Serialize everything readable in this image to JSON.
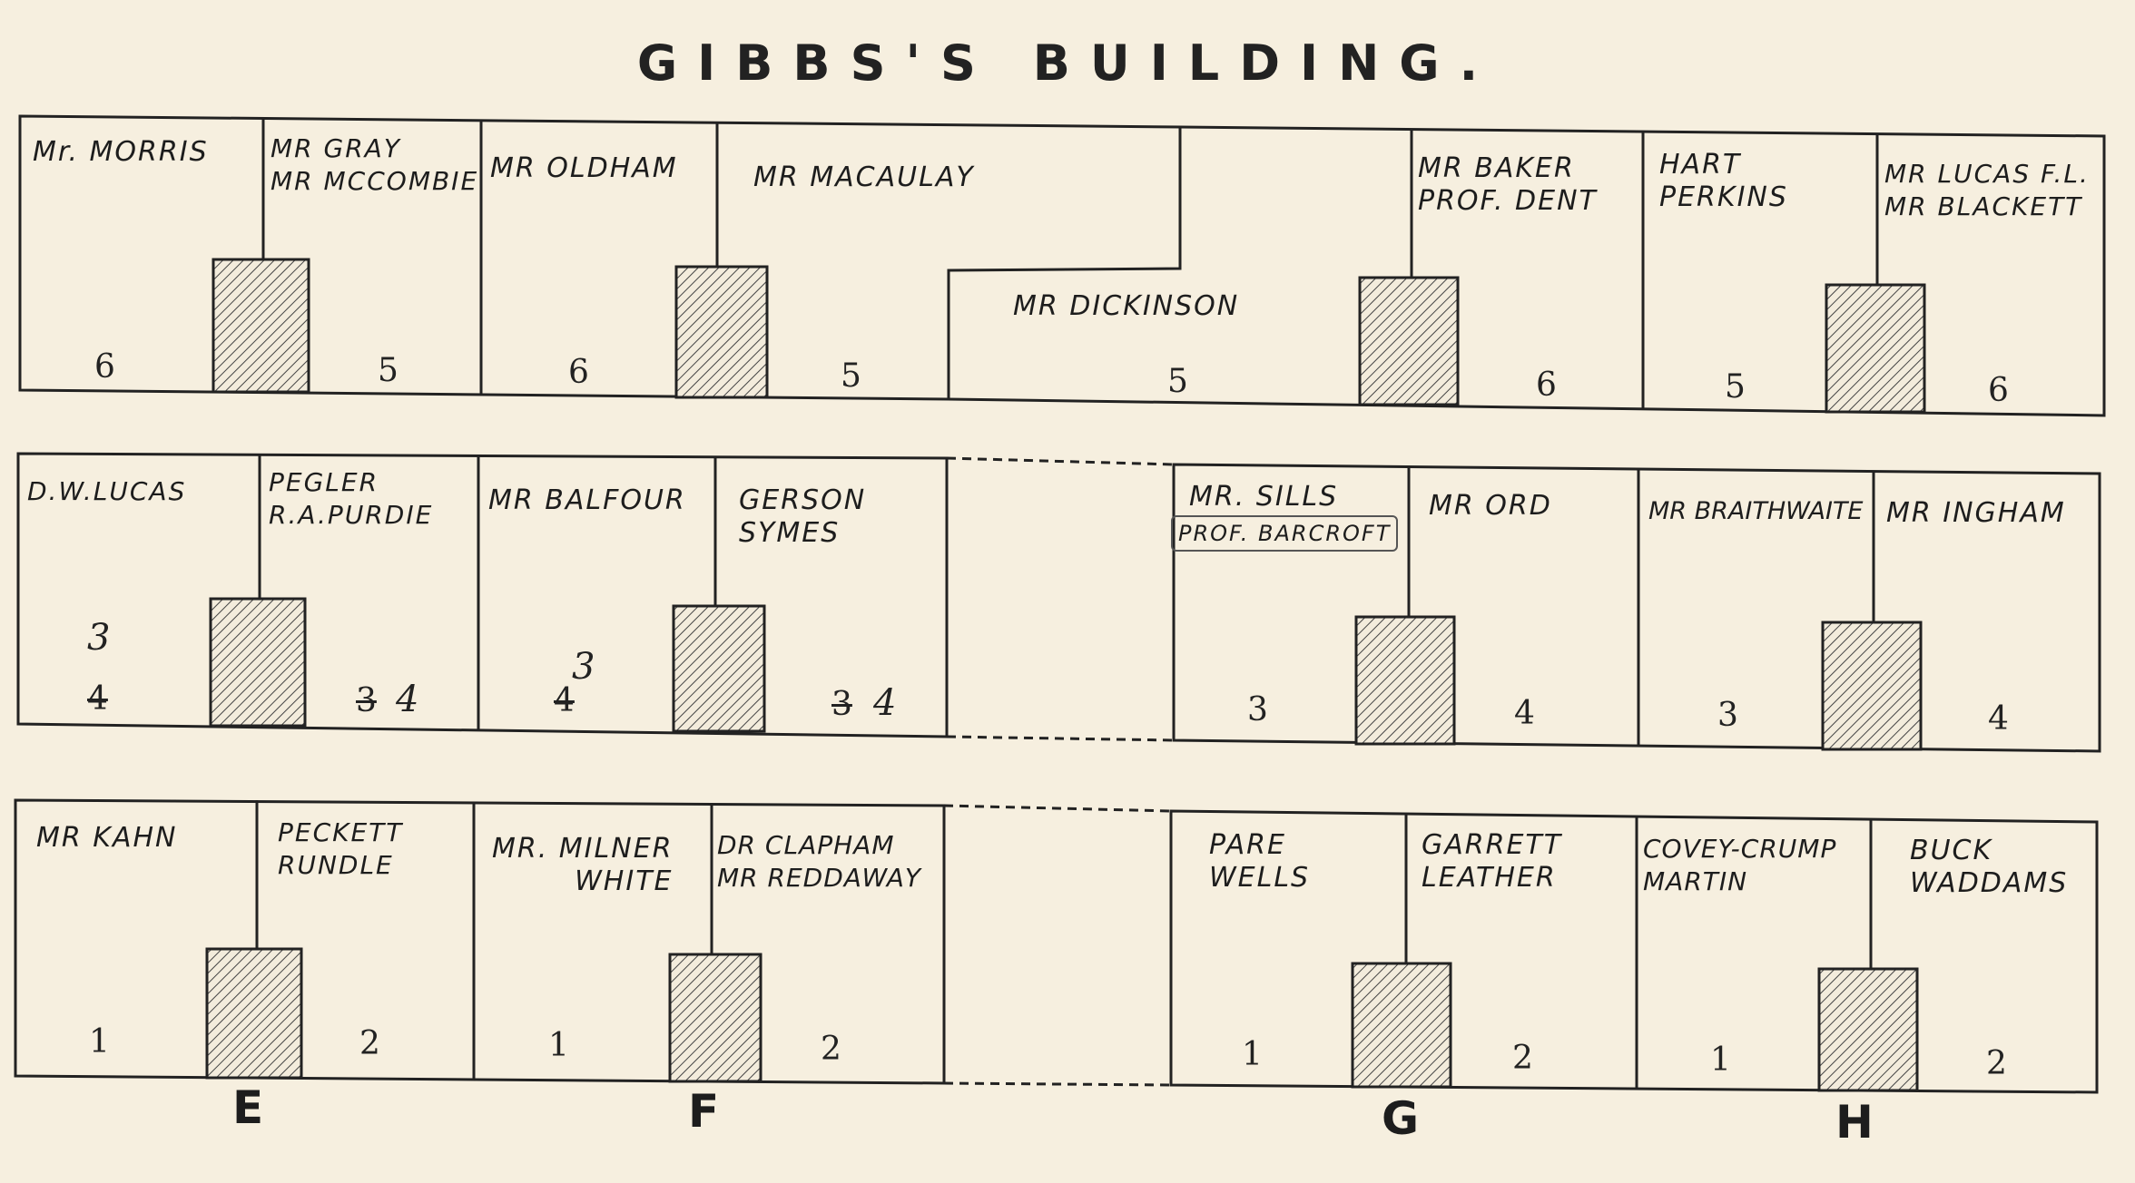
{
  "title": "GIBBS'S BUILDING.",
  "staircases": [
    "E",
    "F",
    "G",
    "H"
  ],
  "rows": [
    {
      "name": "top",
      "rooms": [
        {
          "label": "Mr. MORRIS",
          "number": "6"
        },
        {
          "label": "MR GRAY\nMR MCCOMBIE",
          "number": "5"
        },
        {
          "label": "MR OLDHAM",
          "number": "6"
        },
        {
          "label": "MR MACAULAY",
          "number": "5"
        },
        {
          "label": "MR DICKINSON",
          "number": "5"
        },
        {
          "label": "MR BAKER\nPROF. DENT",
          "number": "6"
        },
        {
          "label": "HART\nPERKINS",
          "number": "5"
        },
        {
          "label": "MR LUCAS F.L.\nMR BLACKETT",
          "number": "6"
        }
      ]
    },
    {
      "name": "middle",
      "rooms": [
        {
          "label": "D.W.LUCAS",
          "number": "4",
          "correction": "3"
        },
        {
          "label": "PEGLER\nR.A.PURDIE",
          "number": "3",
          "correction": "4"
        },
        {
          "label": "MR BALFOUR",
          "number": "4",
          "correction": "3"
        },
        {
          "label": "GERSON\nSYMES",
          "number": "3",
          "correction": "4"
        },
        {
          "label": "MR. SILLS",
          "label2": "PROF. BARCROFT",
          "number": "3"
        },
        {
          "label": "MR ORD",
          "number": "4"
        },
        {
          "label": "MR BRAITHWAITE",
          "number": "3"
        },
        {
          "label": "MR INGHAM",
          "number": "4"
        }
      ]
    },
    {
      "name": "bottom",
      "rooms": [
        {
          "label": "MR KAHN",
          "number": "1"
        },
        {
          "label": "PECKETT\nRUNDLE",
          "number": "2"
        },
        {
          "label": "MR. MILNER\nWHITE",
          "number": "1"
        },
        {
          "label": "DR CLAPHAM\nMR REDDAWAY",
          "number": "2"
        },
        {
          "label": "PARE\nWELLS",
          "number": "1"
        },
        {
          "label": "GARRETT\nLEATHER",
          "number": "2"
        },
        {
          "label": "COVEY-CRUMP\nMARTIN",
          "number": "1"
        },
        {
          "label": "BUCK\nWADDAMS",
          "number": "2"
        }
      ]
    }
  ],
  "colors": {
    "paper": "#f6efdf",
    "ink": "#1c1c1c"
  }
}
